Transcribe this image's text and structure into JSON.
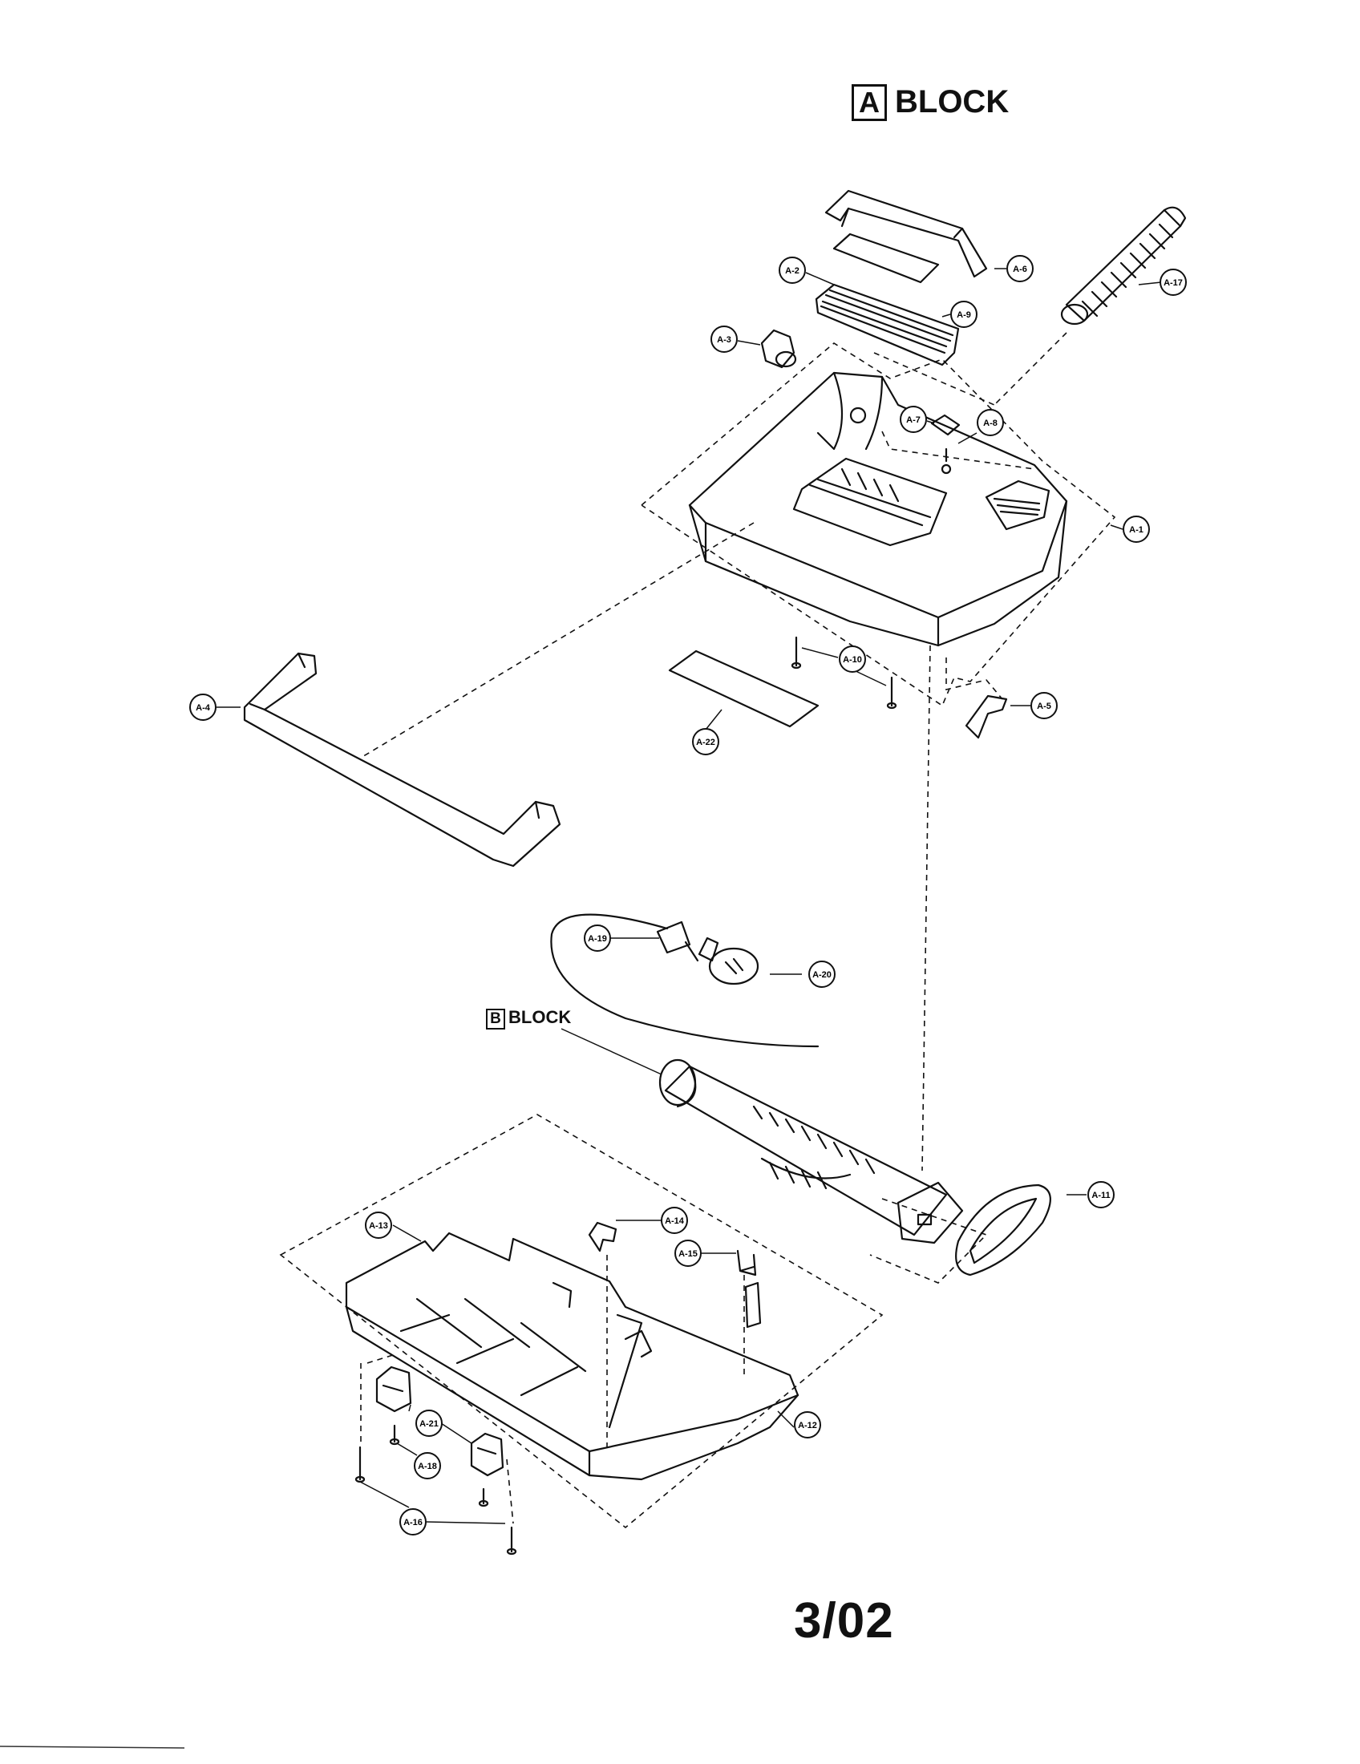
{
  "header": {
    "block_letter": "A",
    "block_word": "BLOCK"
  },
  "sub_block": {
    "block_letter": "B",
    "block_word": "BLOCK"
  },
  "footer": {
    "date_code": "3/02"
  },
  "callouts": [
    "A-1",
    "A-2",
    "A-3",
    "A-4",
    "A-5",
    "A-6",
    "A-7",
    "A-8",
    "A-9",
    "A-10",
    "A-11",
    "A-12",
    "A-13",
    "A-14",
    "A-15",
    "A-16",
    "A-17",
    "A-18",
    "A-19",
    "A-20",
    "A-21",
    "A-22"
  ]
}
